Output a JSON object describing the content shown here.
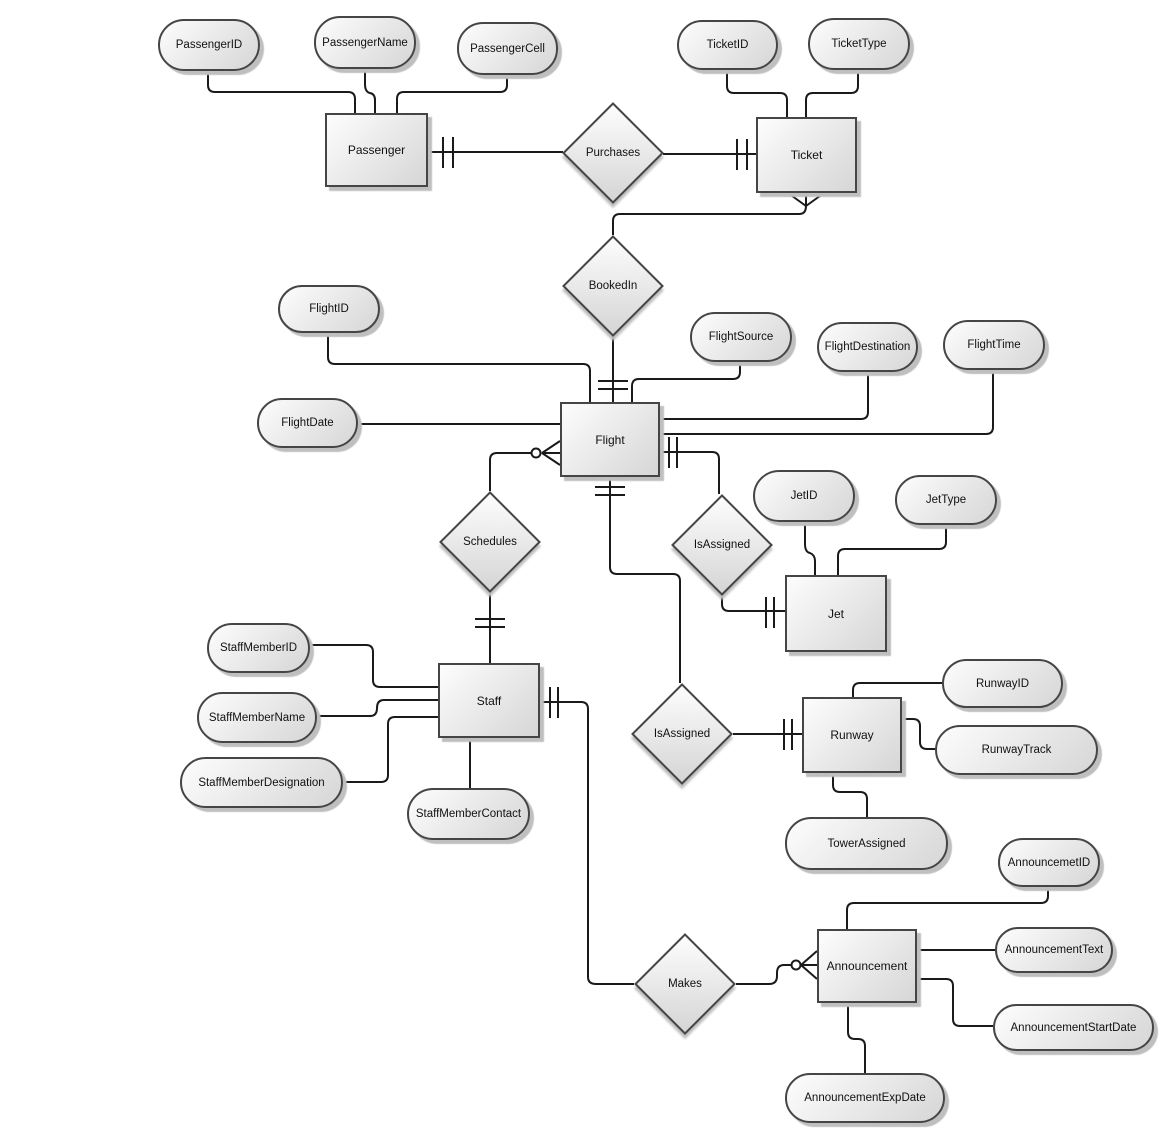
{
  "diagram_type": "entity-relationship-diagram",
  "colors": {
    "background": "#ffffff",
    "shape_fill_light": "#fdfdfd",
    "shape_fill_dark": "#d6d6d6",
    "shape_border": "#454545",
    "shadow": "#bfbfbf",
    "line": "#1a1a1a",
    "text": "#111111"
  },
  "nodes": {
    "entities": {
      "passenger": "Passenger",
      "ticket": "Ticket",
      "flight": "Flight",
      "jet": "Jet",
      "staff": "Staff",
      "runway": "Runway",
      "announcement": "Announcement"
    },
    "relationships": {
      "purchases": "Purchases",
      "booked_in": "BookedIn",
      "schedules": "Schedules",
      "is_assigned_jet": "IsAssigned",
      "is_assigned_runway": "IsAssigned",
      "makes": "Makes"
    },
    "attributes": {
      "passenger_id": "PassengerID",
      "passenger_name": "PassengerName",
      "passenger_cell": "PassengerCell",
      "ticket_id": "TicketID",
      "ticket_type": "TicketType",
      "flight_id": "FlightID",
      "flight_date": "FlightDate",
      "flight_source": "FlightSource",
      "flight_destination": "FlightDestination",
      "flight_time": "FlightTime",
      "jet_id": "JetID",
      "jet_type": "JetType",
      "staff_member_id": "StaffMemberID",
      "staff_member_name": "StaffMemberName",
      "staff_member_designation": "StaffMemberDesignation",
      "staff_member_contact": "StaffMemberContact",
      "runway_id": "RunwayID",
      "runway_track": "RunwayTrack",
      "tower_assigned": "TowerAssigned",
      "announcemet_id": "AnnouncemetID",
      "announcement_text": "AnnouncementText",
      "announcement_start_date": "AnnouncementStartDate",
      "announcement_exp_date": "AnnouncementExpDate"
    }
  },
  "structure": {
    "entity_attributes": {
      "Passenger": [
        "PassengerID",
        "PassengerName",
        "PassengerCell"
      ],
      "Ticket": [
        "TicketID",
        "TicketType"
      ],
      "Flight": [
        "FlightID",
        "FlightDate",
        "FlightSource",
        "FlightDestination",
        "FlightTime"
      ],
      "Jet": [
        "JetID",
        "JetType"
      ],
      "Staff": [
        "StaffMemberID",
        "StaffMemberName",
        "StaffMemberDesignation",
        "StaffMemberContact"
      ],
      "Runway": [
        "RunwayID",
        "RunwayTrack",
        "TowerAssigned"
      ],
      "Announcement": [
        "AnnouncemetID",
        "AnnouncementText",
        "AnnouncementStartDate",
        "AnnouncementExpDate"
      ]
    },
    "connections": [
      {
        "from": "Passenger",
        "to": "Purchases",
        "cardinality_at": "Passenger",
        "cardinality": "one-and-only-one"
      },
      {
        "from": "Purchases",
        "to": "Ticket",
        "cardinality_at": "Ticket",
        "cardinality": "one-and-only-one"
      },
      {
        "from": "Ticket",
        "to": "BookedIn",
        "cardinality_at": "Ticket",
        "cardinality": "many"
      },
      {
        "from": "BookedIn",
        "to": "Flight",
        "cardinality_at": "Flight",
        "cardinality": "one-and-only-one"
      },
      {
        "from": "Flight",
        "to": "Schedules",
        "cardinality_at": "Flight",
        "cardinality": "zero-or-many"
      },
      {
        "from": "Schedules",
        "to": "Staff",
        "cardinality_at": "Staff",
        "cardinality": "one-and-only-one"
      },
      {
        "from": "Flight",
        "to": "IsAssigned (jet)",
        "cardinality_at": "Flight",
        "cardinality": "one-and-only-one"
      },
      {
        "from": "IsAssigned (jet)",
        "to": "Jet",
        "cardinality_at": "Jet",
        "cardinality": "one-and-only-one"
      },
      {
        "from": "Flight",
        "to": "IsAssigned (runway)",
        "cardinality_at": "Flight",
        "cardinality": "one-and-only-one"
      },
      {
        "from": "IsAssigned (runway)",
        "to": "Runway",
        "cardinality_at": "Runway",
        "cardinality": "one-and-only-one"
      },
      {
        "from": "Staff",
        "to": "Makes",
        "cardinality_at": "Staff",
        "cardinality": "one-and-only-one"
      },
      {
        "from": "Makes",
        "to": "Announcement",
        "cardinality_at": "Announcement",
        "cardinality": "zero-or-many"
      }
    ]
  }
}
